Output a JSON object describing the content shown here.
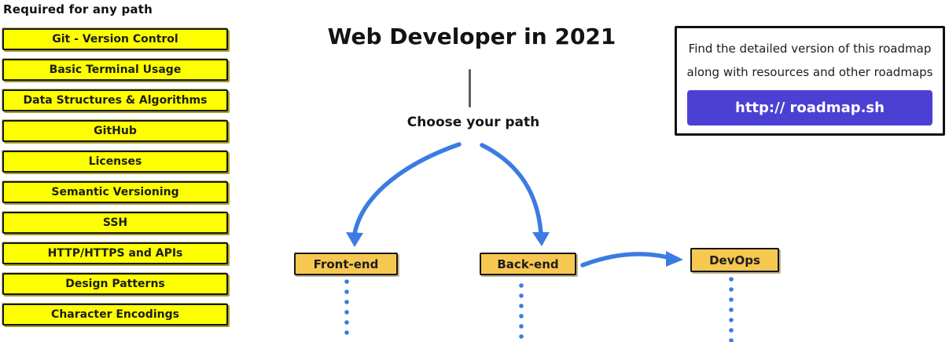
{
  "header": {
    "title": "Web Developer in 2021",
    "choose_label": "Choose your path"
  },
  "required_column": {
    "heading": "Required for any path",
    "items": [
      "Git - Version Control",
      "Basic Terminal Usage",
      "Data Structures & Algorithms",
      "GitHub",
      "Licenses",
      "Semantic Versioning",
      "SSH",
      "HTTP/HTTPS and APIs",
      "Design Patterns",
      "Character Encodings"
    ]
  },
  "paths": {
    "front_end": "Front-end",
    "back_end": "Back-end",
    "devops": "DevOps"
  },
  "info_box": {
    "line1": "Find the detailed version of this roadmap",
    "line2": "along with resources and other roadmaps",
    "button_label": "http:// roadmap.sh"
  },
  "colors": {
    "required_box_fill": "#FDFF00",
    "path_box_fill": "#F7C84F",
    "arrow_blue": "#3B7CE2",
    "button_purple": "#4C40D4",
    "divider_gray": "#5F5F5F",
    "border_black": "#161616"
  }
}
